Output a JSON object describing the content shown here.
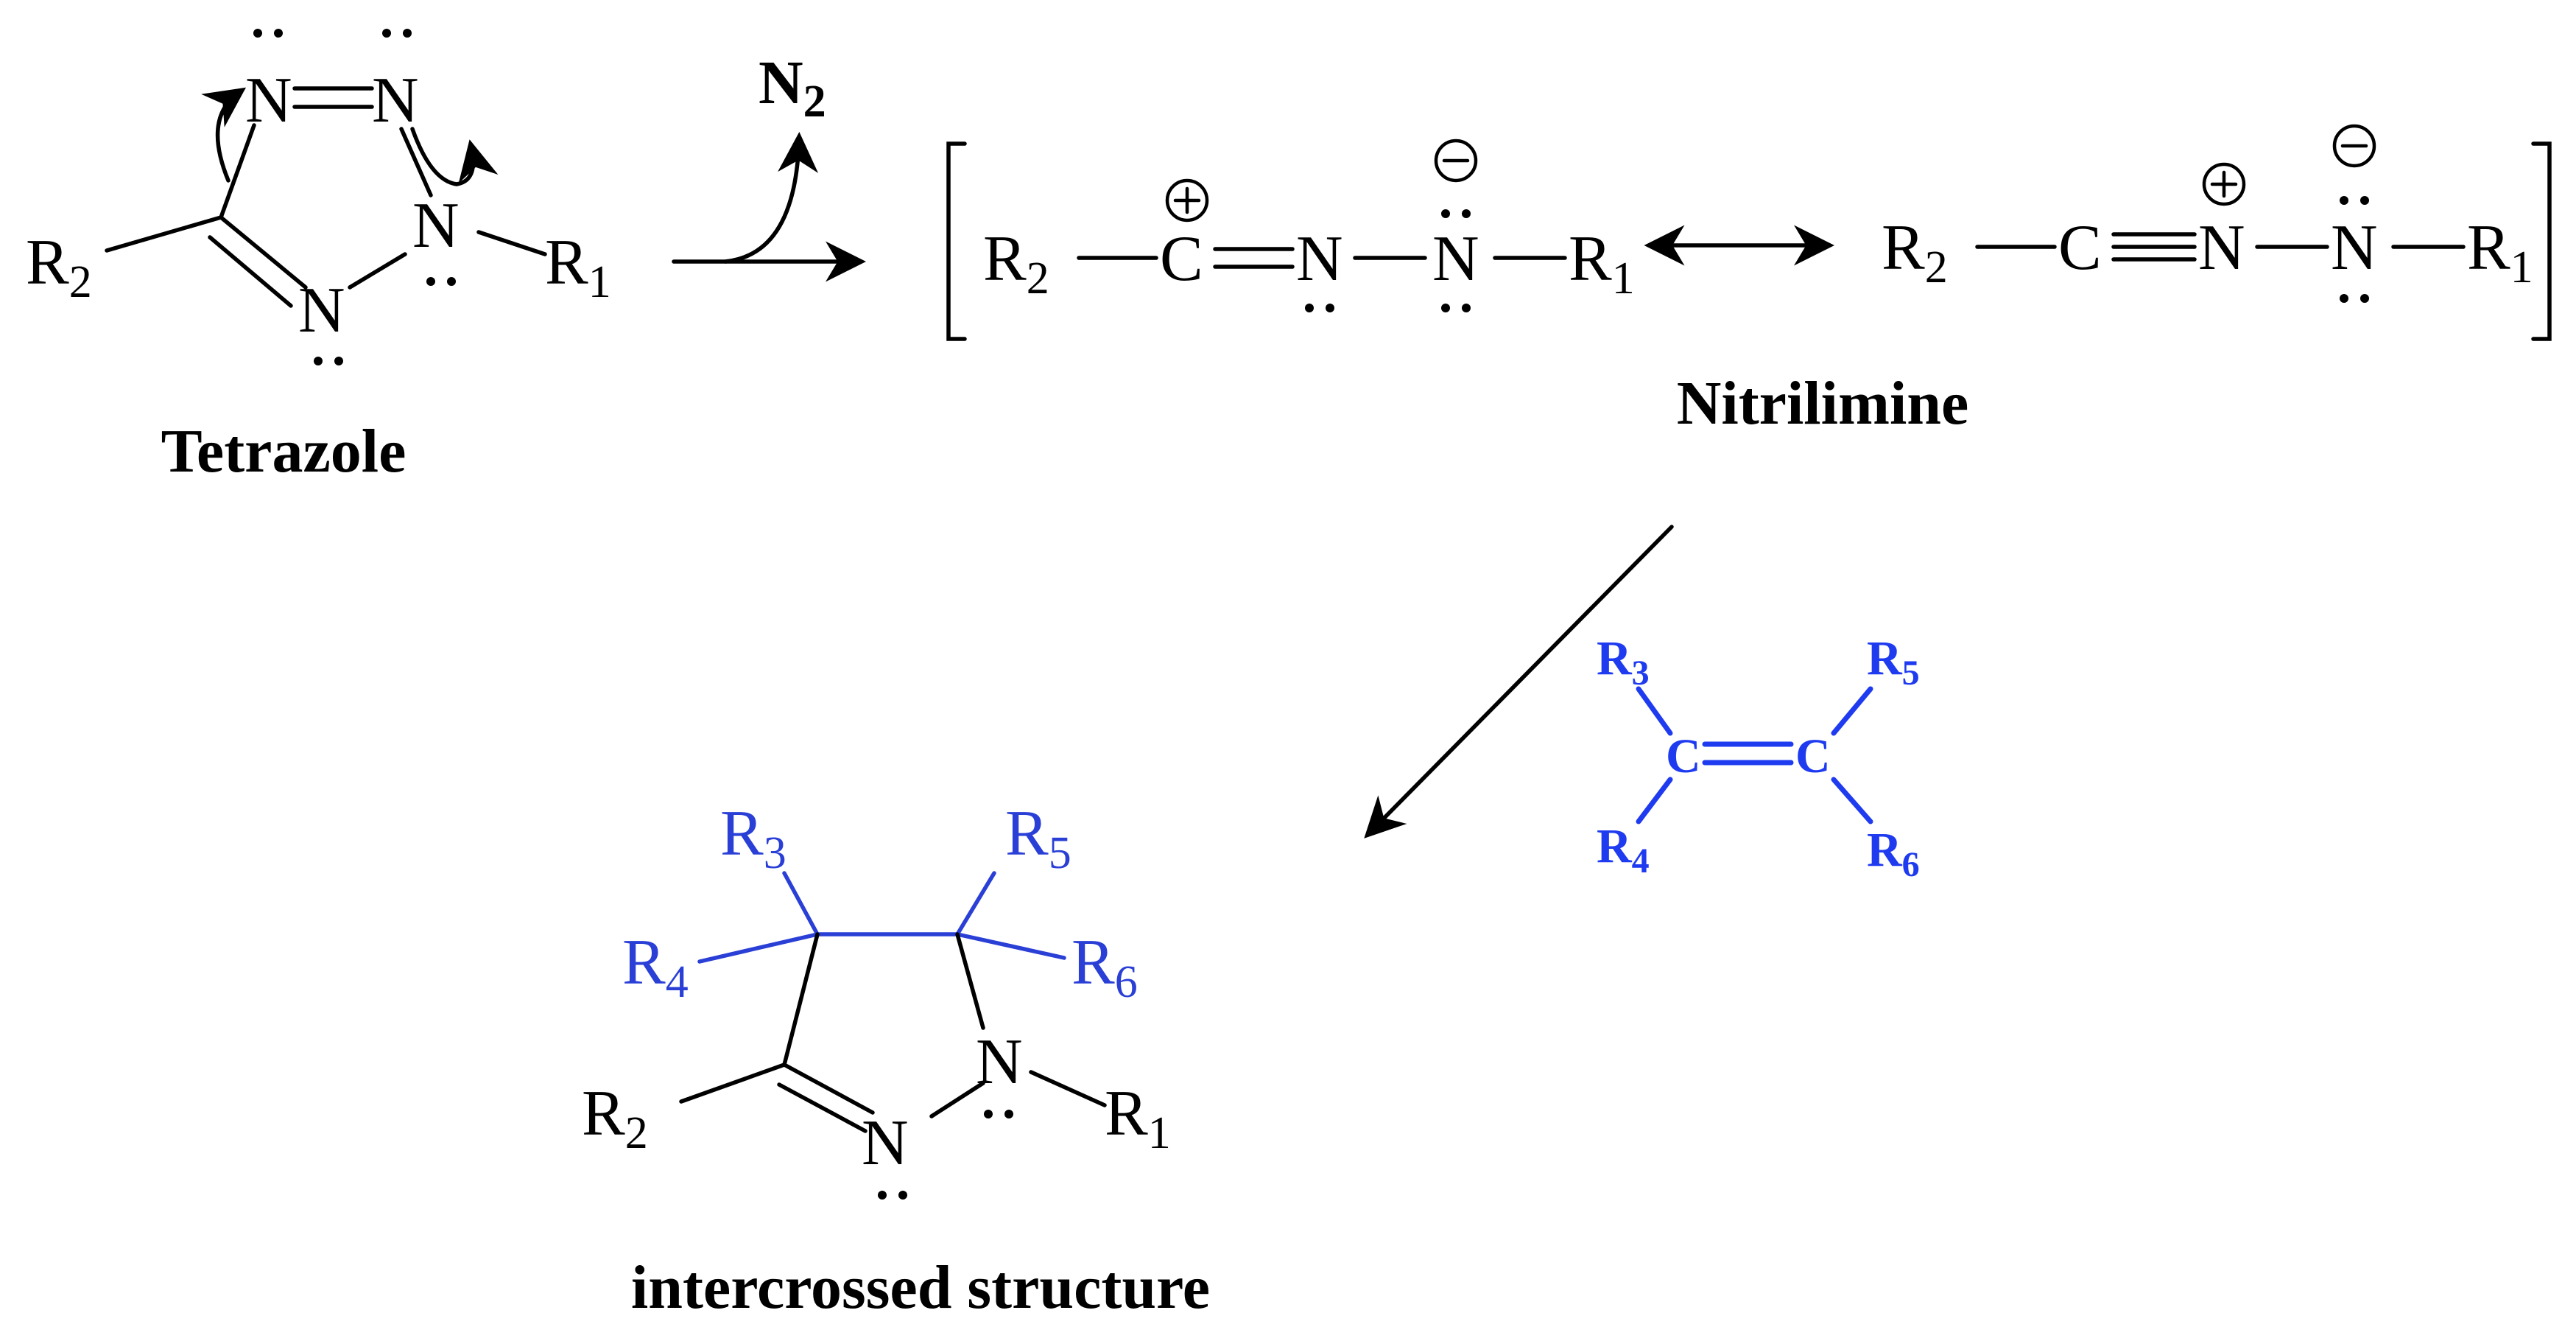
{
  "labels": {
    "tetrazole": "Tetrazole",
    "nitrilimine": "Nitrilimine",
    "product": "intercrossed structure",
    "byproduct": "N",
    "byproduct_sub": "2"
  },
  "atoms": {
    "N": "N",
    "C": "C",
    "R": "R",
    "sub1": "1",
    "sub2": "2",
    "sub3": "3",
    "sub4": "4",
    "sub5": "5",
    "sub6": "6"
  },
  "colors": {
    "black": "#000000",
    "dipolarophile_blue": "#1f3bf0",
    "product_blue": "#2a3fd6"
  }
}
